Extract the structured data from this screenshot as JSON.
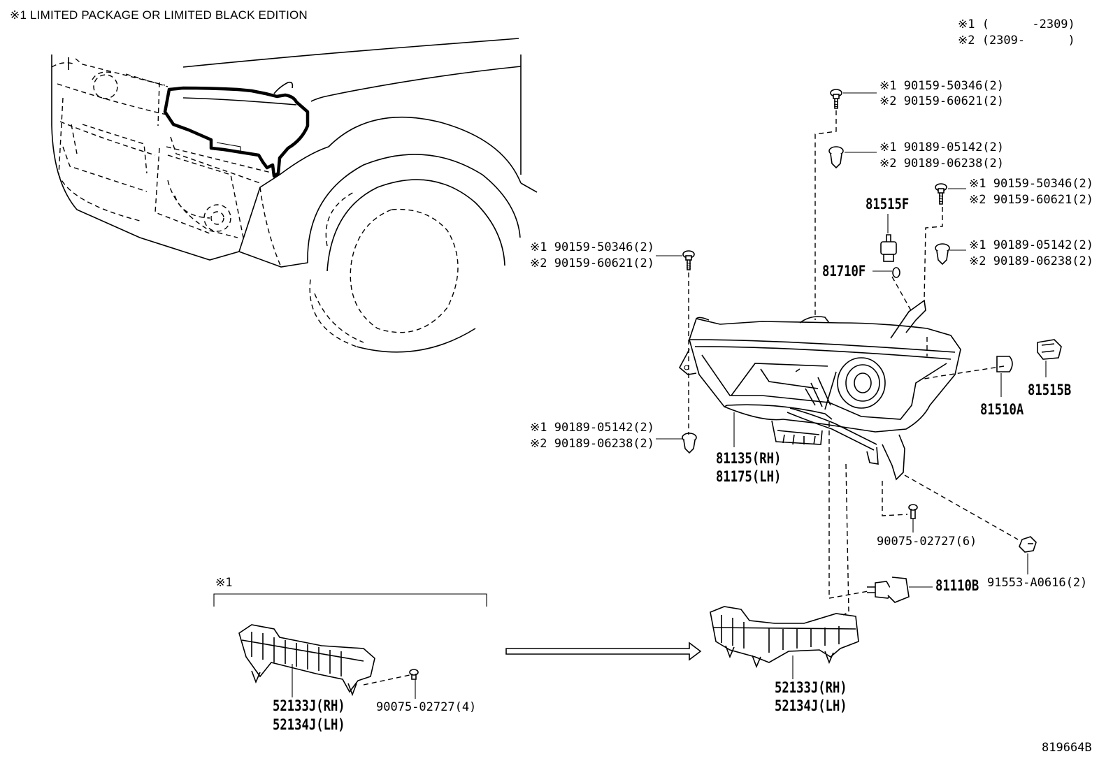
{
  "header": {
    "legend_note": "※1 LIMITED PACKAGE OR LIMITED BLACK EDITION",
    "range_1": "※1 (      -2309)",
    "range_2": "※2 (2309-      )"
  },
  "parts": {
    "screw_top_a": {
      "v1": "※1 90159-50346(2)",
      "v2": "※2 90159-60621(2)"
    },
    "clip_top_a": {
      "v1": "※1 90189-05142(2)",
      "v2": "※2 90189-06238(2)"
    },
    "screw_top_b": {
      "v1": "※1 90159-50346(2)",
      "v2": "※2 90159-60621(2)"
    },
    "clip_top_b": {
      "v1": "※1 90189-05142(2)",
      "v2": "※2 90189-06238(2)"
    },
    "screw_left": {
      "v1": "※1 90159-50346(2)",
      "v2": "※2 90159-60621(2)"
    },
    "clip_left": {
      "v1": "※1 90189-05142(2)",
      "v2": "※2 90189-06238(2)"
    },
    "bulb_position": "81515F",
    "bulb_socket": "81710F",
    "side_marker_bulb": "81510A",
    "side_marker_socket": "81515B",
    "headlamp_assy": {
      "rh": "81135(RH)",
      "lh": "81175(LH)"
    },
    "screw_lower": "90075-02727(6)",
    "bolt_lower": "91553-A0616(2)",
    "headlamp_bulb": "81110B",
    "bracket_limited": {
      "rh": "52133J(RH)",
      "lh": "52134J(LH)"
    },
    "screw_bracket_limited": "90075-02727(4)",
    "bracket_std": {
      "rh": "52133J(RH)",
      "lh": "52134J(LH)"
    },
    "limited_group_mark": "※1"
  },
  "footer": {
    "illustration_number": "819664B"
  }
}
